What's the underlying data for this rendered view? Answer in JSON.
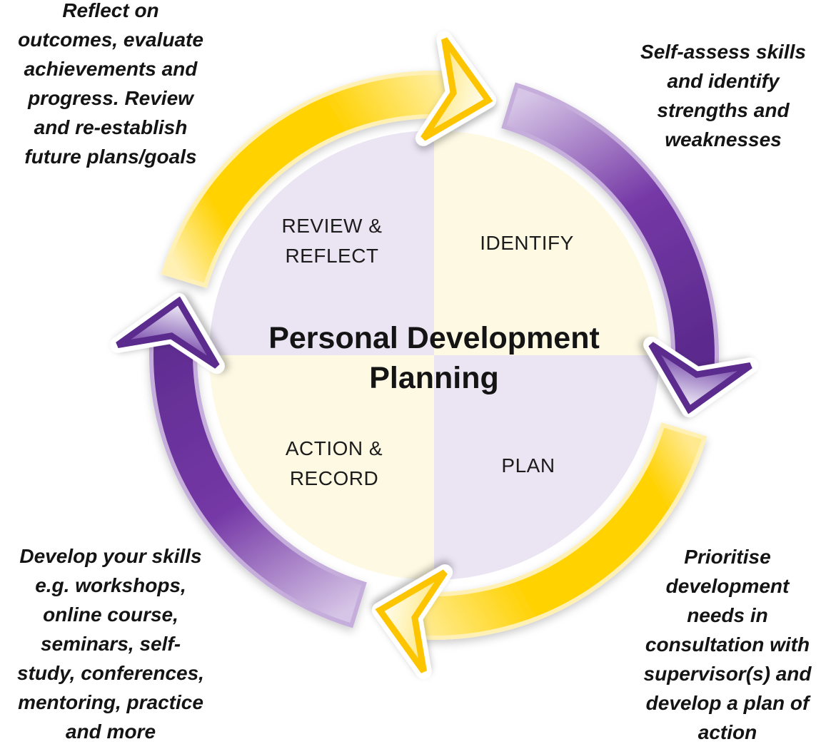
{
  "diagram": {
    "title": "Personal Development\nPlanning",
    "quadrants": {
      "review_reflect": {
        "label": "REVIEW &\nREFLECT"
      },
      "identify": {
        "label": "IDENTIFY"
      },
      "action_record": {
        "label": "ACTION &\nRECORD"
      },
      "plan": {
        "label": "PLAN"
      }
    },
    "annotations": {
      "top_left": "Reflect on\noutcomes, evaluate\nachievements and\nprogress. Review\nand re-establish\nfuture plans/goals",
      "top_right": "Self-assess skills\nand identify\nstrengths and\nweaknesses",
      "bottom_left": "Develop your skills\ne.g. workshops,\nonline course,\nseminars, self-\nstudy, conferences,\nmentoring, practice\nand more",
      "bottom_right": "Prioritise\ndevelopment\nneeds in\nconsultation with\nsupervisor(s) and\ndevelop a plan of\naction"
    },
    "colors": {
      "background": "#FFFFFF",
      "text": "#141414",
      "quadrant_lavender": "#EAE4F3",
      "quadrant_cream": "#FDF9E3",
      "yellow": "#FFD203",
      "yellow_outline": "#FDC500",
      "yellow_pale": "#FFF6CC",
      "purple_dark": "#5C2B8E",
      "purple_mid": "#7338A6",
      "purple_light": "#D6C5E6"
    }
  }
}
